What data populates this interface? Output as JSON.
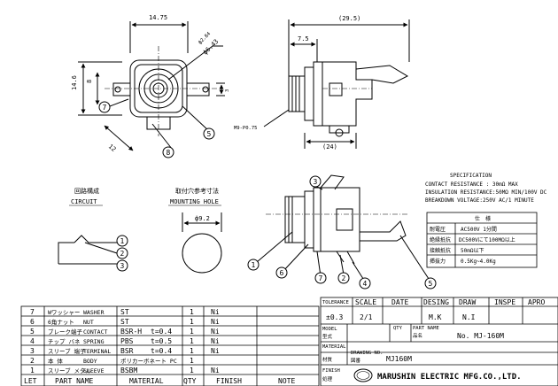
{
  "front_view": {
    "dim_width": "14.75",
    "dim_height": "14.6",
    "dim_dia": "ф6.43",
    "dim_dia_small": "ф2.84",
    "dim_8": "8",
    "dim_3": "3",
    "dim_12": "12",
    "balloon_7": "7",
    "balloon_8": "8",
    "balloon_5": "5"
  },
  "side_view": {
    "dim_overall": "(29.5)",
    "dim_7_5": "7.5",
    "dim_24": "(24)",
    "thread": "M9-P0.75"
  },
  "circuit": {
    "title_jp": "回路構成",
    "title_en": "CIRCUIT",
    "terminals": [
      "1",
      "2",
      "3"
    ]
  },
  "mounting_hole": {
    "title_jp": "取付穴参考寸法",
    "title_en": "MOUNTING HOLE",
    "dia": "ф9.2"
  },
  "specification": {
    "title": "SPECIFICATION",
    "lines": [
      "CONTACT RESISTANCE : 30mΩ MAX",
      "INSULATION RESISTANCE:50MΩ MIN/100V DC",
      "BREAKDOWN VOLTAGE:250V AC/1 MINUTE"
    ],
    "table_header": "仕　様",
    "rows": [
      {
        "label": "耐電圧",
        "value": "AC500V 1分間"
      },
      {
        "label": "絶縁抵抗",
        "value": "DC500Vにて100MΩ以上"
      },
      {
        "label": "接触抵抗",
        "value": "50mΩ以下"
      },
      {
        "label": "挿抜力",
        "value": "0.5Kg~4.0Kg"
      }
    ]
  },
  "exploded_balloons": [
    "1",
    "6",
    "3",
    "7",
    "2",
    "4",
    "5"
  ],
  "parts": {
    "headers": {
      "let": "LET",
      "part_name": "PART NAME",
      "material": "MATERIAL",
      "qty": "QTY",
      "finish": "FINISH",
      "note": "NOTE"
    },
    "rows": [
      {
        "let": "7",
        "jp": "Wワッシャー",
        "name": "WASHER",
        "material": "ST",
        "thick": "",
        "qty": "1",
        "finish": "Ni"
      },
      {
        "let": "6",
        "jp": "6角ナット",
        "name": "NUT",
        "material": "ST",
        "thick": "",
        "qty": "1",
        "finish": "Ni"
      },
      {
        "let": "5",
        "jp": "ブレーク端子",
        "name": "CONTACT",
        "material": "BSR-H",
        "thick": "t=0.4",
        "qty": "1",
        "finish": "Ni"
      },
      {
        "let": "4",
        "jp": "チップ バネ",
        "name": "SPRING",
        "material": "PBS",
        "thick": "t=0.5",
        "qty": "1",
        "finish": "Ni"
      },
      {
        "let": "3",
        "jp": "スリーブ 端子",
        "name": "TERMINAL",
        "material": "BSR",
        "thick": "t=0.4",
        "qty": "1",
        "finish": "Ni"
      },
      {
        "let": "2",
        "jp": "本 体",
        "name": "BODY",
        "material": "ポリカーボネート PC",
        "thick": "",
        "qty": "1",
        "finish": ""
      },
      {
        "let": "1",
        "jp": "スリーブ メタル",
        "name": "SLEEVE",
        "material": "BSBM",
        "thick": "",
        "qty": "1",
        "finish": "Ni"
      }
    ]
  },
  "title_block": {
    "tolerance": "TOLERANCE",
    "tolerance_val": "±0.3",
    "scale": "SCALE",
    "scale_val": "2/1",
    "date": "DATE",
    "desing": "DESING",
    "desing_val": "M.K",
    "draw": "DRAW",
    "draw_val": "N.I",
    "inspe": "INSPE",
    "apro": "APRO",
    "model": "MODEL",
    "model_jp": "型式",
    "qty": "QTY",
    "part_name": "PART NAME",
    "part_name_jp": "品名",
    "part_no": "No. MJ-160M",
    "material": "MATERIAL",
    "material_jp": "材質",
    "drawing_no": "DRAWING NO.",
    "drawing_no_jp": "図番",
    "drawing_val": "MJ160M",
    "finish": "FINISH",
    "finish_jp": "処理",
    "company": "MARUSHIN ELECTRIC MFG.CO.,LTD."
  }
}
